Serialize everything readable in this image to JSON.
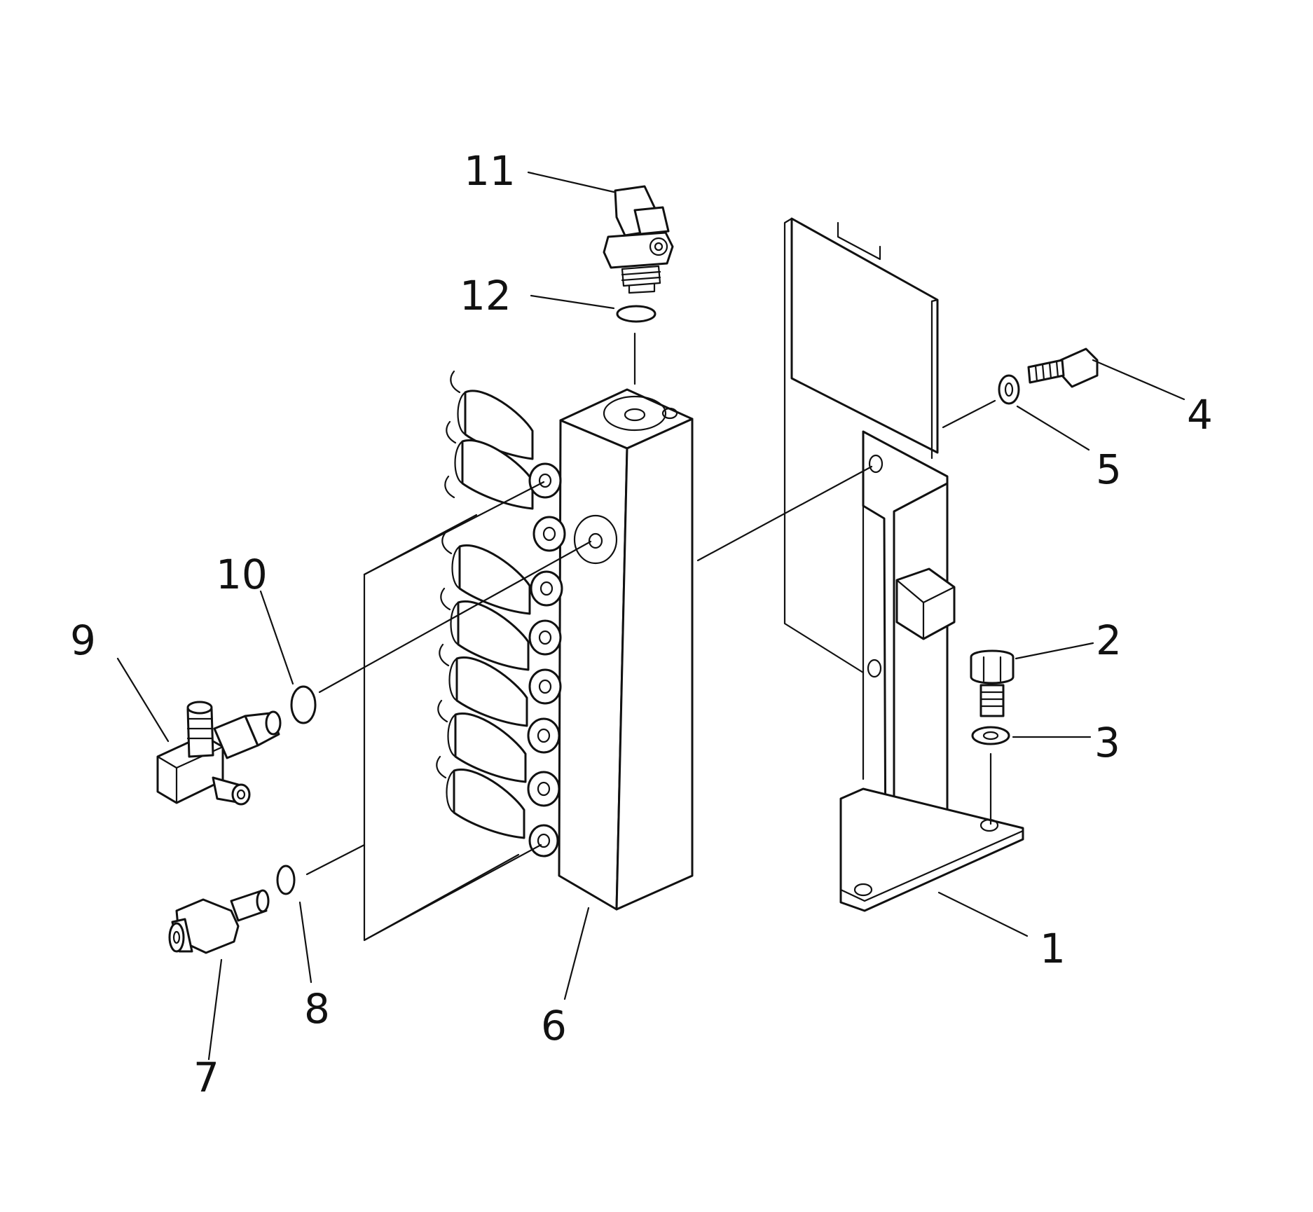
{
  "colors": {
    "ink": "#111111",
    "paper": "#ffffff"
  },
  "diagram": {
    "callouts": [
      {
        "id": "1",
        "text": "1"
      },
      {
        "id": "2",
        "text": "2"
      },
      {
        "id": "3",
        "text": "3"
      },
      {
        "id": "4",
        "text": "4"
      },
      {
        "id": "5",
        "text": "5"
      },
      {
        "id": "6",
        "text": "6"
      },
      {
        "id": "7",
        "text": "7"
      },
      {
        "id": "8",
        "text": "8"
      },
      {
        "id": "9",
        "text": "9"
      },
      {
        "id": "10",
        "text": "10"
      },
      {
        "id": "11",
        "text": "11"
      },
      {
        "id": "12",
        "text": "12"
      }
    ]
  }
}
